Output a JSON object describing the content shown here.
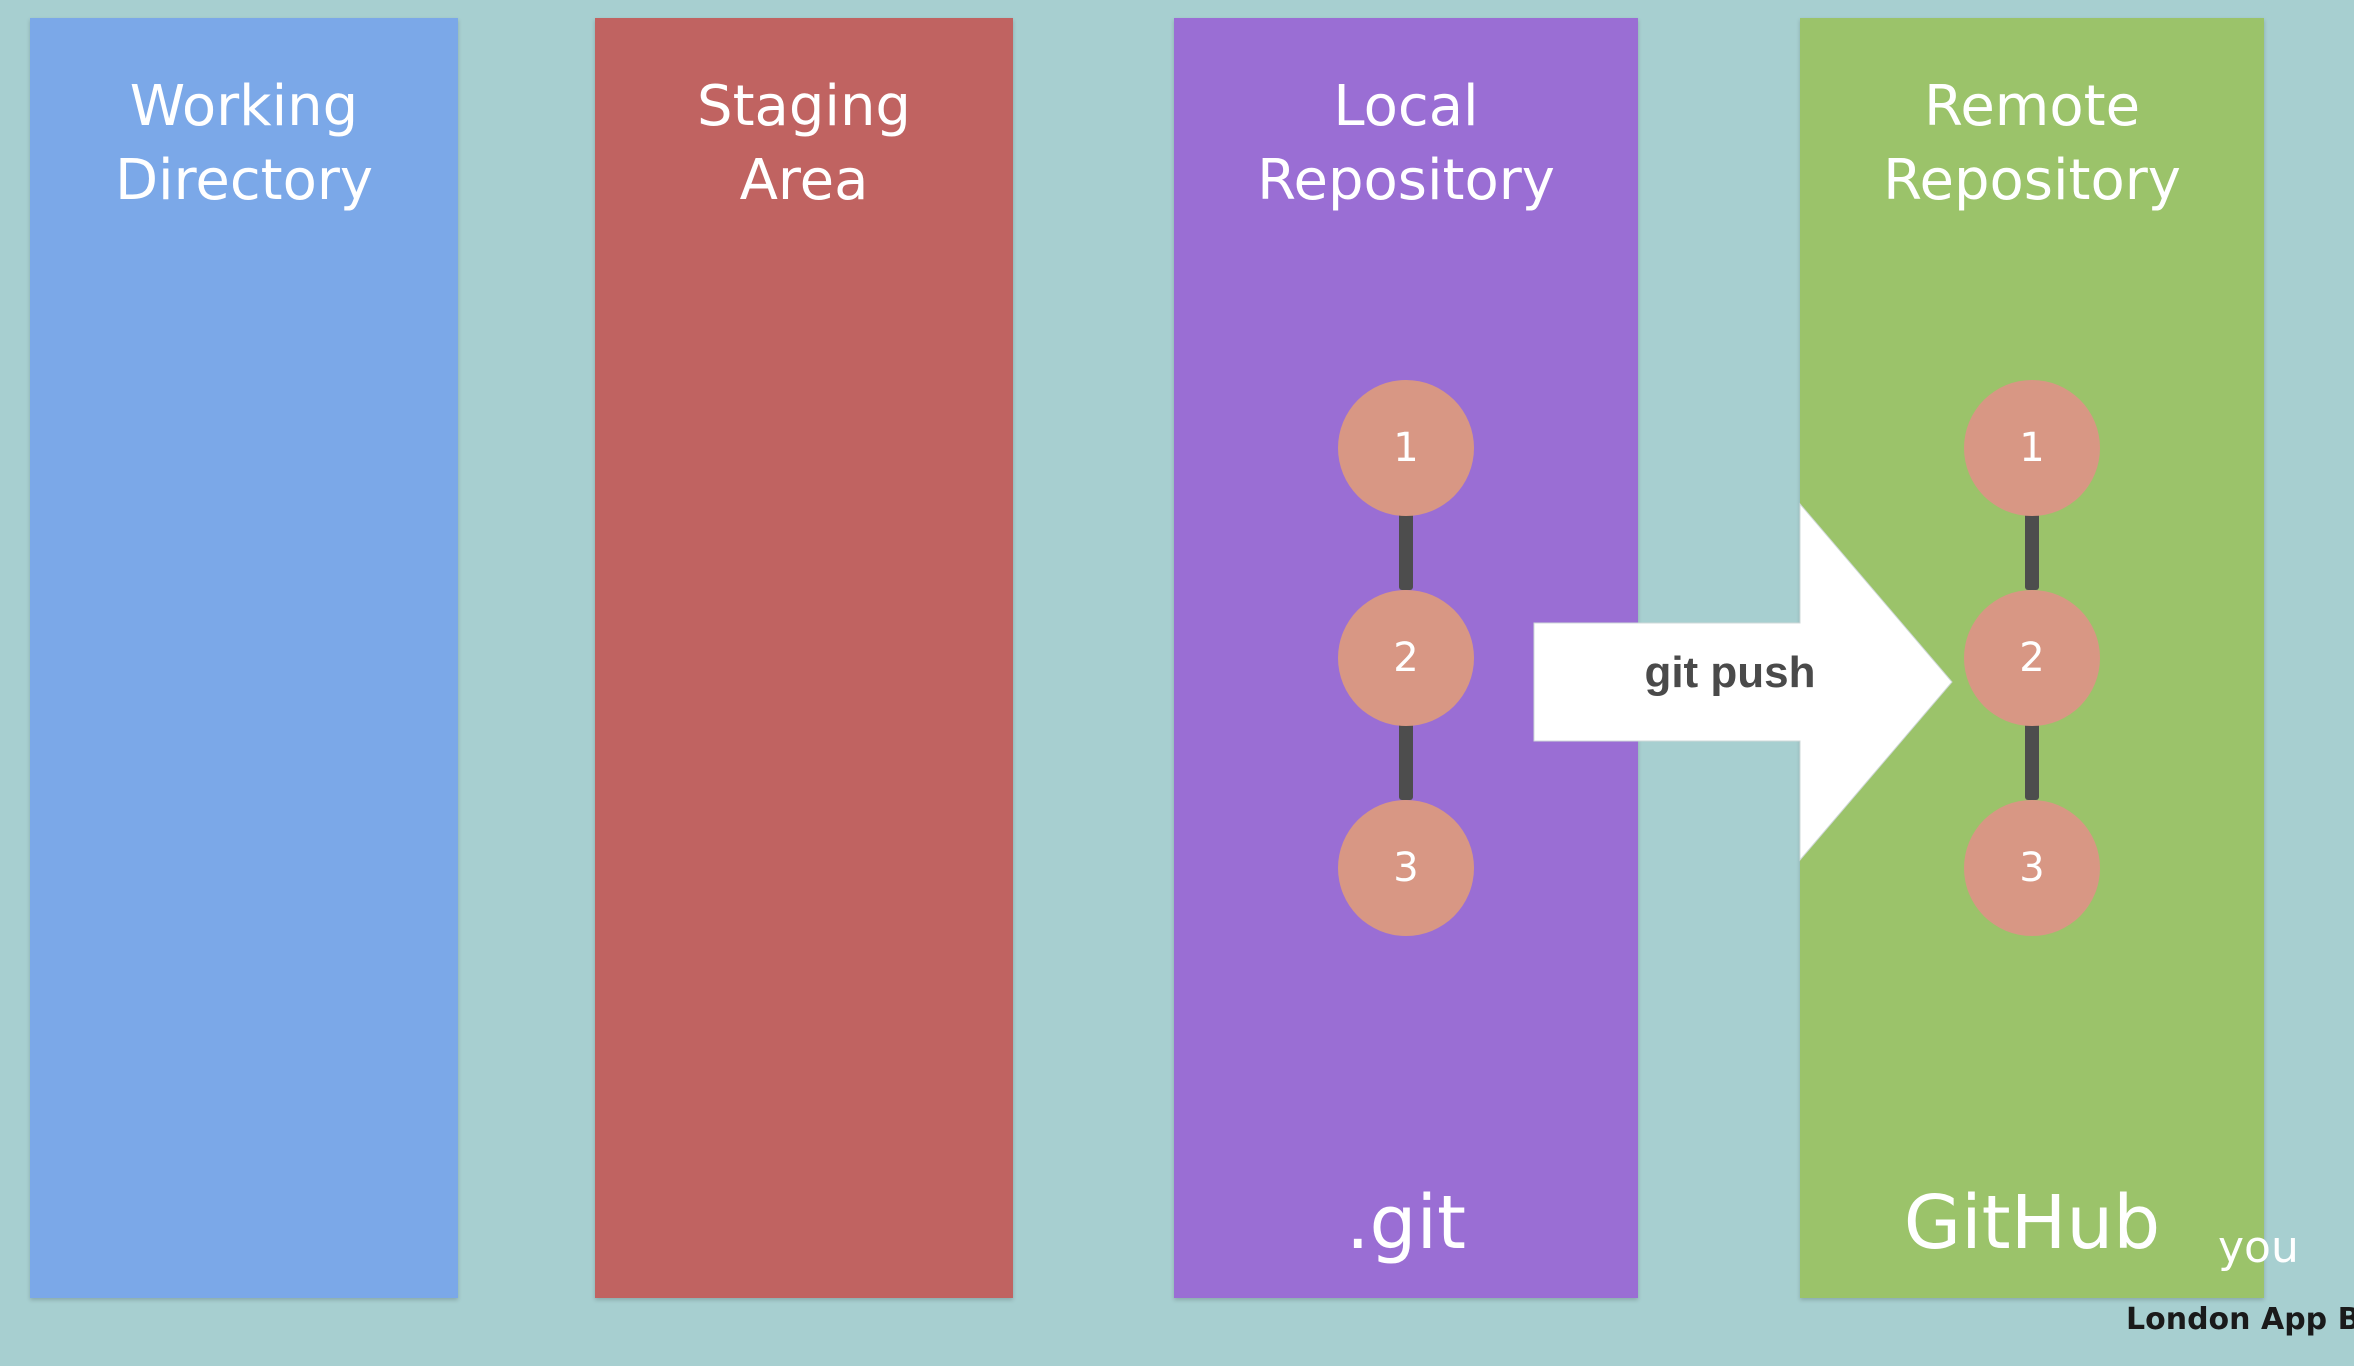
{
  "columns": [
    {
      "title_line1": "Working",
      "title_line2": "Directory",
      "footer": "",
      "color": "#7ba8e8"
    },
    {
      "title_line1": "Staging",
      "title_line2": "Area",
      "footer": "",
      "color": "#c06361"
    },
    {
      "title_line1": "Local",
      "title_line2": "Repository",
      "footer": ".git",
      "color": "#9a6ed4"
    },
    {
      "title_line1": "Remote",
      "title_line2": "Repository",
      "footer": "GitHub",
      "color": "#9bc36a"
    }
  ],
  "local_commits": [
    "1",
    "2",
    "3"
  ],
  "remote_commits": [
    "1",
    "2",
    "3"
  ],
  "commit_color": "#d89784",
  "connector_color": "#4d4d4d",
  "arrow": {
    "label": "git push",
    "color": "#ffffff"
  },
  "overlay": {
    "subtitle_fragment": "you",
    "watermark": "London App Br"
  }
}
